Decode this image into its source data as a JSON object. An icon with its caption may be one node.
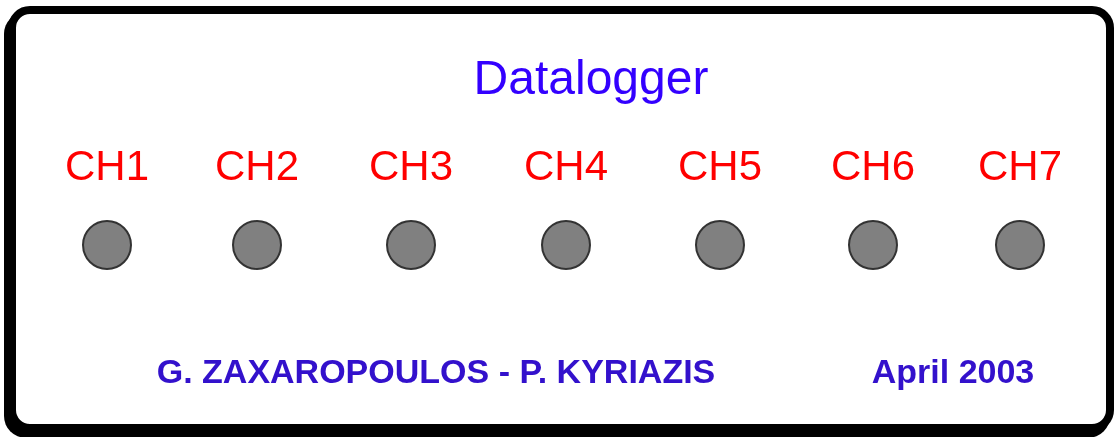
{
  "diagram": {
    "nodes": [
      {
        "text": [
          "Datalogger"
        ]
      },
      {
        "text": [],
        "shape": "circle",
        "in": 0,
        "beside": [
          "CH1"
        ]
      },
      {
        "text": [],
        "shape": "circle",
        "in": 0,
        "beside": [
          "CH2"
        ]
      },
      {
        "text": [],
        "shape": "circle",
        "in": 0,
        "beside": [
          "CH3"
        ]
      },
      {
        "text": [],
        "shape": "circle",
        "in": 0,
        "beside": [
          "CH4"
        ]
      },
      {
        "text": [],
        "shape": "circle",
        "in": 0,
        "beside": [
          "CH5"
        ]
      },
      {
        "text": [],
        "shape": "circle",
        "in": 0,
        "beside": [
          "CH6"
        ]
      },
      {
        "text": [],
        "shape": "circle",
        "in": 0,
        "beside": [
          "CH7"
        ]
      }
    ],
    "edges": [],
    "labels": [
      "G. ZAXAROPOULOS - P. KYRIAZIS",
      "April 2003"
    ]
  }
}
